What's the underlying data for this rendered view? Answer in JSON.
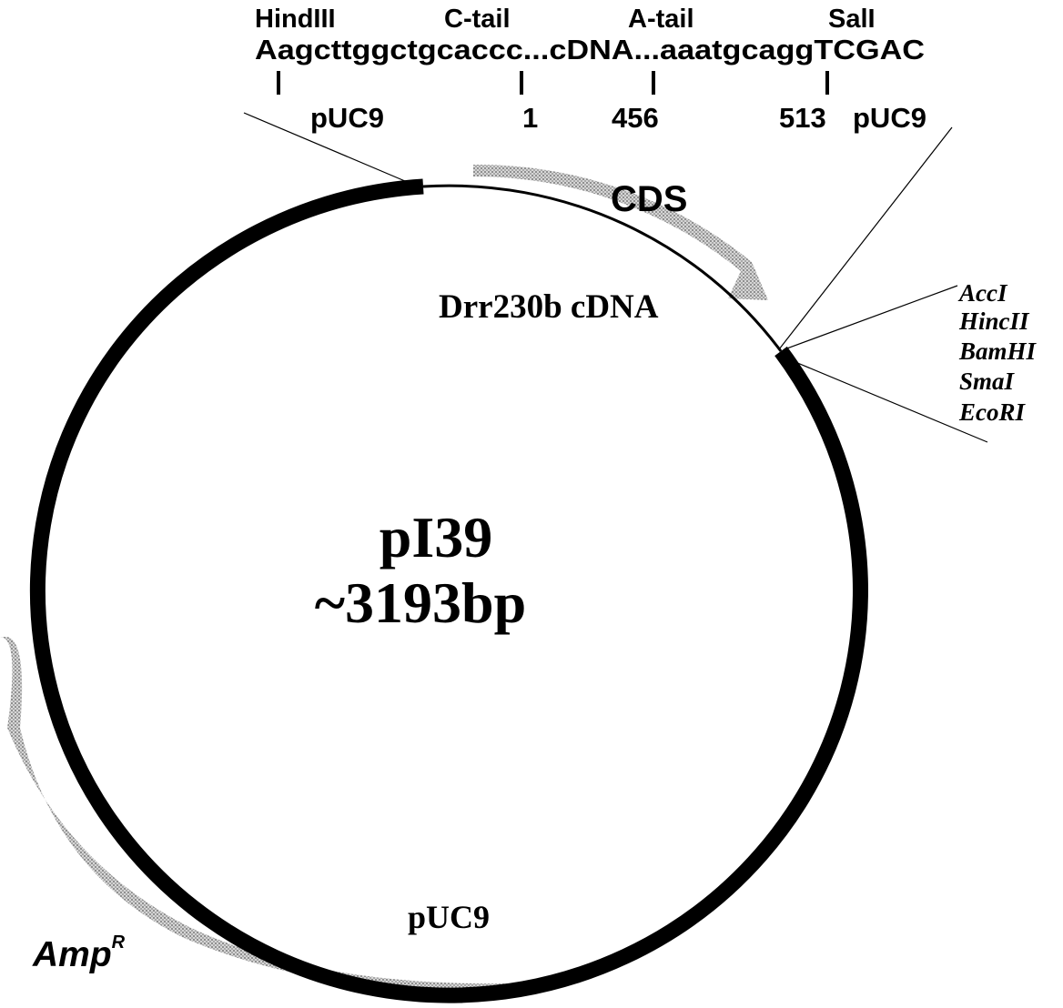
{
  "plasmid": {
    "name": "pI39",
    "size": "~3193bp"
  },
  "insert_header": {
    "sites": [
      "HindIII",
      "C-tail",
      "A-tail",
      "SalI"
    ],
    "sequence": "Aagcttggctgcaccc...cDNA...aaatgcaggTCGAC",
    "positions": [
      "pUC9",
      "1",
      "456",
      "513",
      "pUC9"
    ]
  },
  "features": {
    "cds": "CDS",
    "insert": "Drr230b  cDNA",
    "backbone": "pUC9",
    "resistance": "Amp",
    "resistance_sup": "R"
  },
  "restriction_sites": [
    "AccI",
    "HincII",
    "BamHI",
    "SmaI",
    "EcoRI"
  ],
  "colors": {
    "backbone": "#000000",
    "annotation_arrow": "#b8b8b8"
  }
}
